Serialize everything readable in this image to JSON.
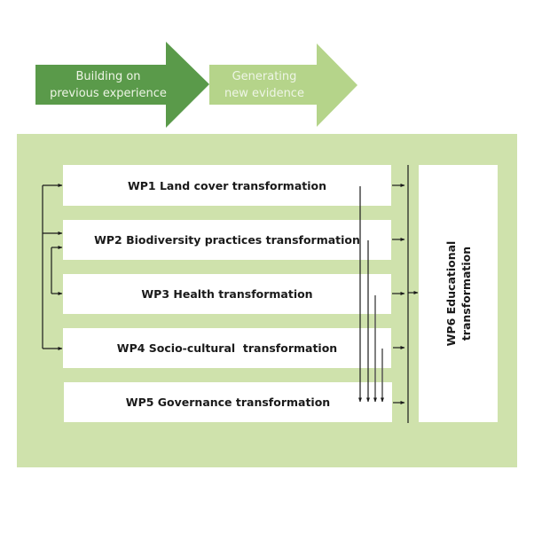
{
  "colors": {
    "arrow_dark": "#5a9a4a",
    "arrow_light": "#b5d48a",
    "panel_bg": "#cfe2ac",
    "box_bg": "#ffffff",
    "connector": "#1a1a1a"
  },
  "process_arrows": [
    {
      "line1": "Building on",
      "line2": "previous experience"
    },
    {
      "line1": "Generating",
      "line2": "new evidence"
    }
  ],
  "work_packages": [
    {
      "id": "WP1",
      "label": "WP1 Land cover transformation"
    },
    {
      "id": "WP2",
      "label": "WP2 Biodiversity practices transformation"
    },
    {
      "id": "WP3",
      "label": "WP3 Health transformation"
    },
    {
      "id": "WP4",
      "label": "WP4 Socio-cultural  transformation"
    },
    {
      "id": "WP5",
      "label": "WP5 Governance transformation"
    }
  ],
  "wp6": {
    "line1": "WP6 Educational",
    "line2": "transformation"
  },
  "connections": {
    "left_outer_bracket": [
      "WP1",
      "WP2",
      "WP4"
    ],
    "left_inner_bracket": [
      "WP2",
      "WP3"
    ],
    "downward_to_wp5": [
      "WP1",
      "WP2",
      "WP3",
      "WP4"
    ],
    "all_to_wp6": [
      "WP1",
      "WP2",
      "WP3",
      "WP4",
      "WP5"
    ]
  }
}
